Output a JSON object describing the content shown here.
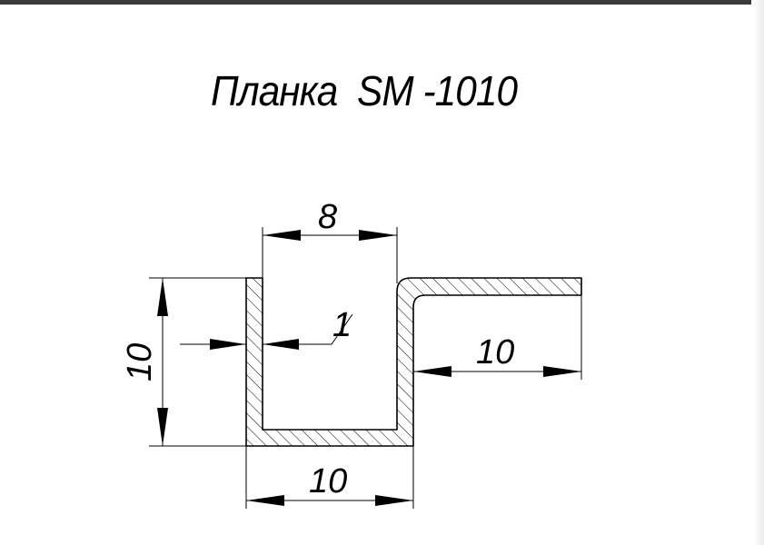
{
  "title": "Планка  SM -1010",
  "dimensions": {
    "inner_width": "8",
    "wall_thickness": "1",
    "height": "10",
    "flange_length": "10",
    "base_width": "10"
  },
  "colors": {
    "line": "#000000",
    "background": "#ffffff",
    "top_bar": "#3a3a3a"
  }
}
